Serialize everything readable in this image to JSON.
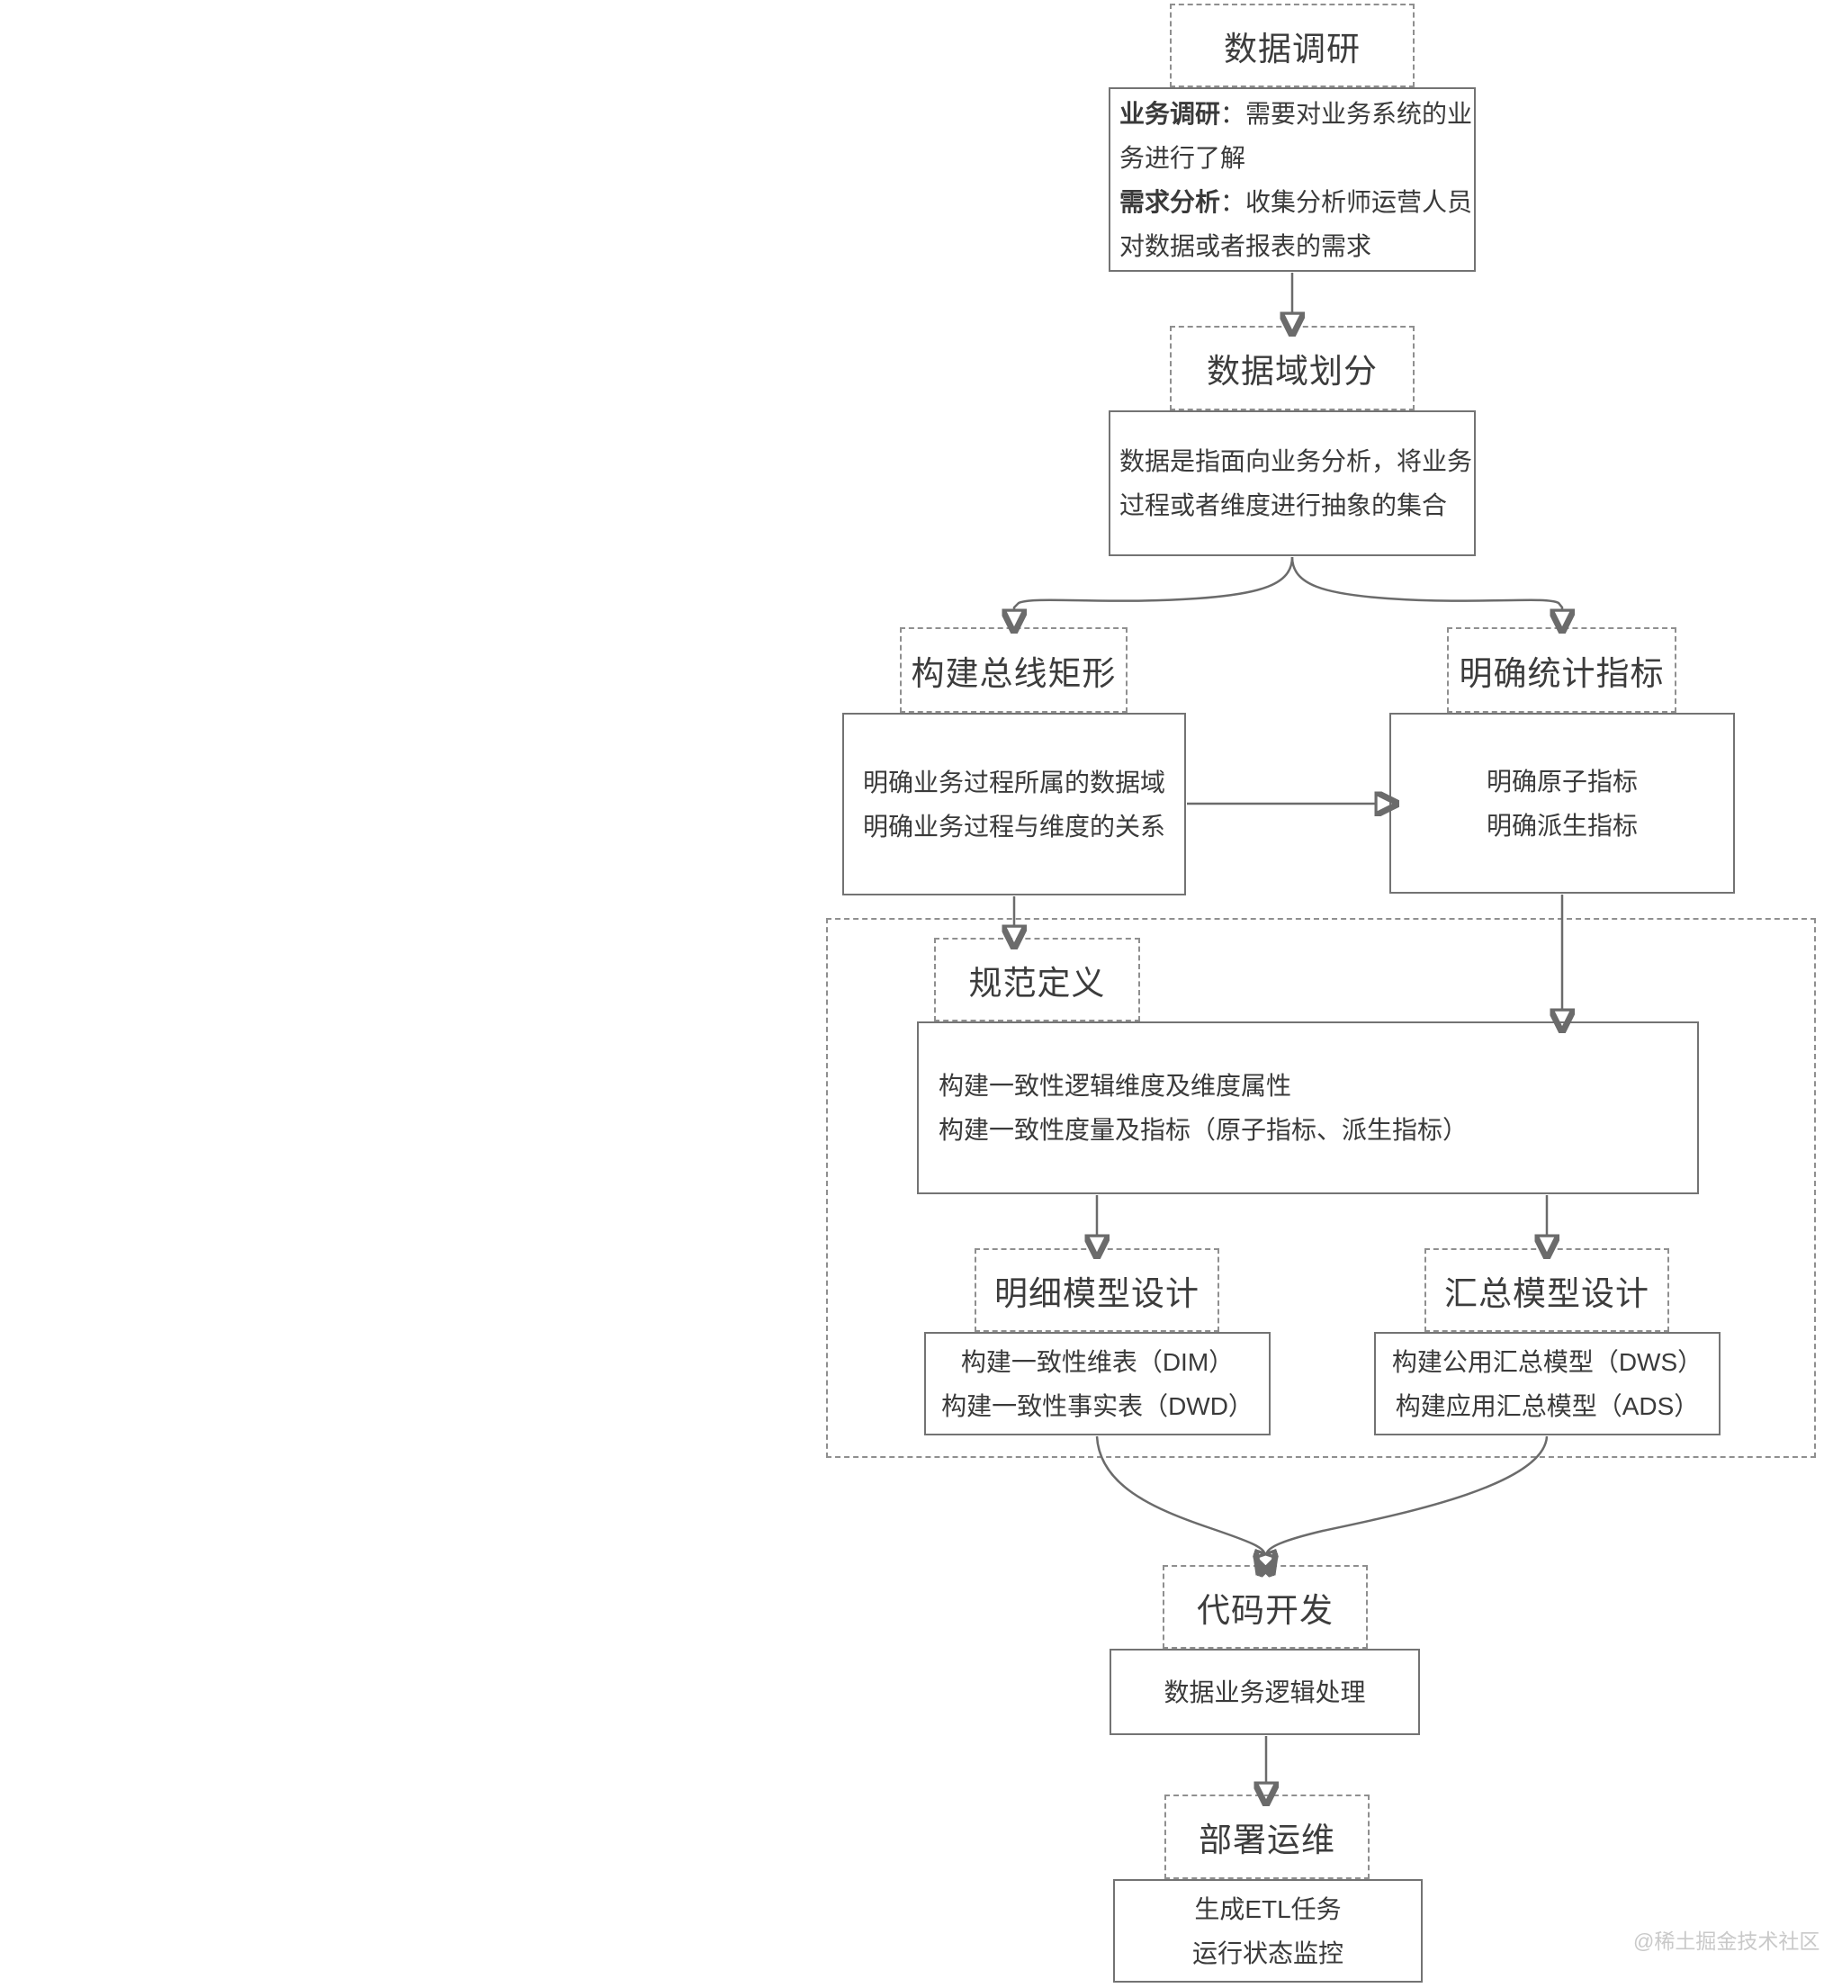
{
  "survey": {
    "title": "数据调研",
    "body": [
      {
        "bold": "业务调研",
        "text": "：需要对业务系统的业"
      },
      {
        "bold": "",
        "text": "务进行了解"
      },
      {
        "bold": "需求分析",
        "text": "：收集分析师运营人员"
      },
      {
        "bold": "",
        "text": "对数据或者报表的需求"
      }
    ]
  },
  "domain": {
    "title": "数据域划分",
    "body": [
      "数据是指面向业务分析，将业务",
      "过程或者维度进行抽象的集合"
    ]
  },
  "bus": {
    "title": "构建总线矩形",
    "body": [
      "明确业务过程所属的数据域",
      "明确业务过程与维度的关系"
    ]
  },
  "metric": {
    "title": "明确统计指标",
    "body": [
      "明确原子指标",
      "明确派生指标"
    ]
  },
  "spec": {
    "title": "规范定义",
    "body": [
      "构建一致性逻辑维度及维度属性",
      "构建一致性度量及指标（原子指标、派生指标）"
    ]
  },
  "detail": {
    "title": "明细模型设计",
    "body": [
      "构建一致性维表（DIM）",
      "构建一致性事实表（DWD）"
    ]
  },
  "summary": {
    "title": "汇总模型设计",
    "body": [
      "构建公用汇总模型（DWS）",
      "构建应用汇总模型（ADS）"
    ]
  },
  "code": {
    "title": "代码开发",
    "body": [
      "数据业务逻辑处理"
    ]
  },
  "deploy": {
    "title": "部署运维",
    "body": [
      "生成ETL任务",
      "运行状态监控"
    ]
  },
  "watermark": "@稀土掘金技术社区",
  "colors": {
    "solid_border": "#737373",
    "dashed_border": "#8f8f8f",
    "arrow": "#6b6b6b",
    "text": "#3a3a3a",
    "watermark": "#c9c9c9",
    "background": "#ffffff"
  }
}
